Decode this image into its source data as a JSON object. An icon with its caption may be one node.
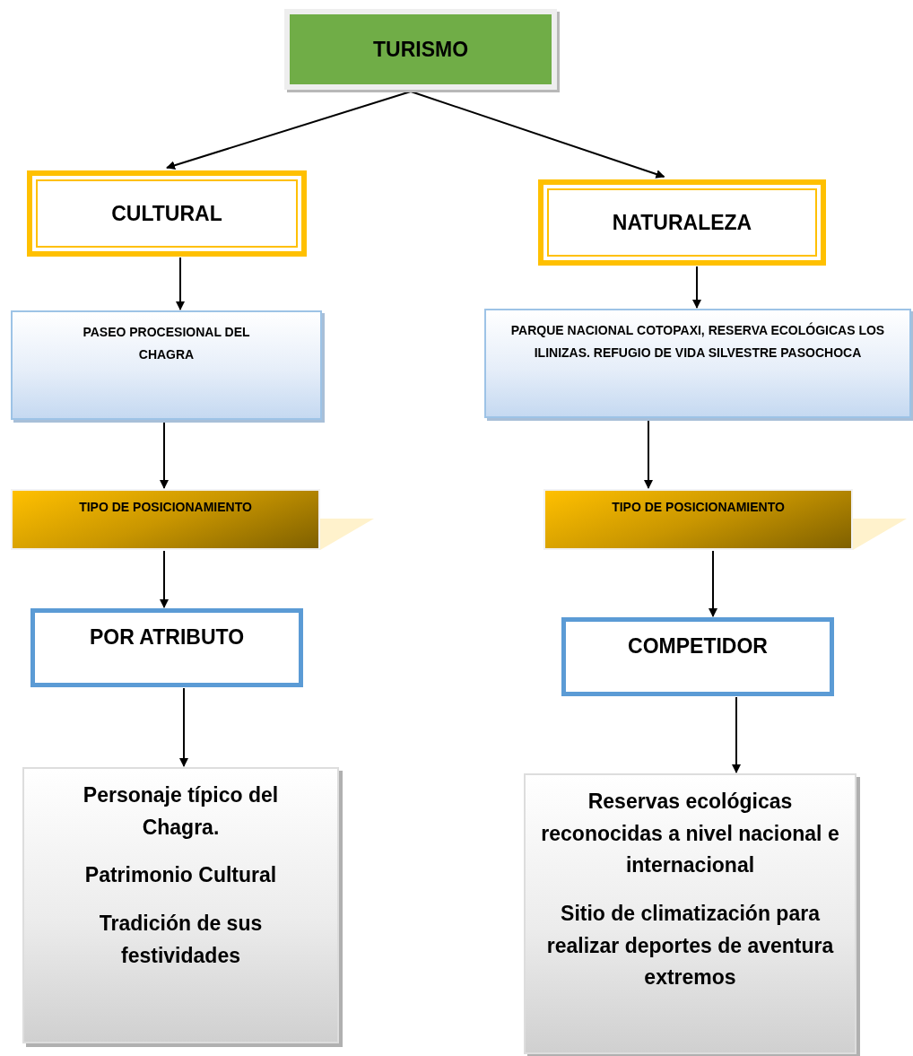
{
  "diagram": {
    "nodes": [
      {
        "text": [
          "TURISMO"
        ]
      },
      {
        "text": [
          "CULTURAL"
        ]
      },
      {
        "text": [
          "NATURALEZA"
        ]
      },
      {
        "text": [
          "PASEO PROCESIONAL DEL CHAGRA"
        ]
      },
      {
        "text": [
          "PARQUE NACIONAL COTOPAXI, RESERVA ECOLÓGICAS LOS ILINIZAS. REFUGIO DE VIDA SILVESTRE PASOCHOCA"
        ]
      },
      {
        "text": [
          "TIPO DE POSICIONAMIENTO"
        ]
      },
      {
        "text": [
          "TIPO DE POSICIONAMIENTO"
        ]
      },
      {
        "text": [
          "POR ATRIBUTO"
        ]
      },
      {
        "text": [
          "COMPETIDOR"
        ]
      },
      {
        "text": [
          "Personaje típico del Chagra.",
          "Patrimonio Cultural",
          "Tradición de sus festividades"
        ]
      },
      {
        "text": [
          "Reservas ecológicas reconocidas a nivel nacional e internacional",
          "Sitio de climatización para realizar deportes de aventura extremos"
        ]
      }
    ],
    "edges": [
      {
        "from": 0,
        "to": 1,
        "arrow": "to"
      },
      {
        "from": 0,
        "to": 2,
        "arrow": "to"
      },
      {
        "from": 1,
        "to": 3,
        "arrow": "to"
      },
      {
        "from": 2,
        "to": 4,
        "arrow": "to"
      },
      {
        "from": 3,
        "to": 5,
        "arrow": "to"
      },
      {
        "from": 4,
        "to": 6,
        "arrow": "to"
      },
      {
        "from": 5,
        "to": 7,
        "arrow": "to"
      },
      {
        "from": 6,
        "to": 8,
        "arrow": "to"
      },
      {
        "from": 7,
        "to": 9,
        "arrow": "to"
      },
      {
        "from": 8,
        "to": 10,
        "arrow": "to"
      }
    ]
  }
}
